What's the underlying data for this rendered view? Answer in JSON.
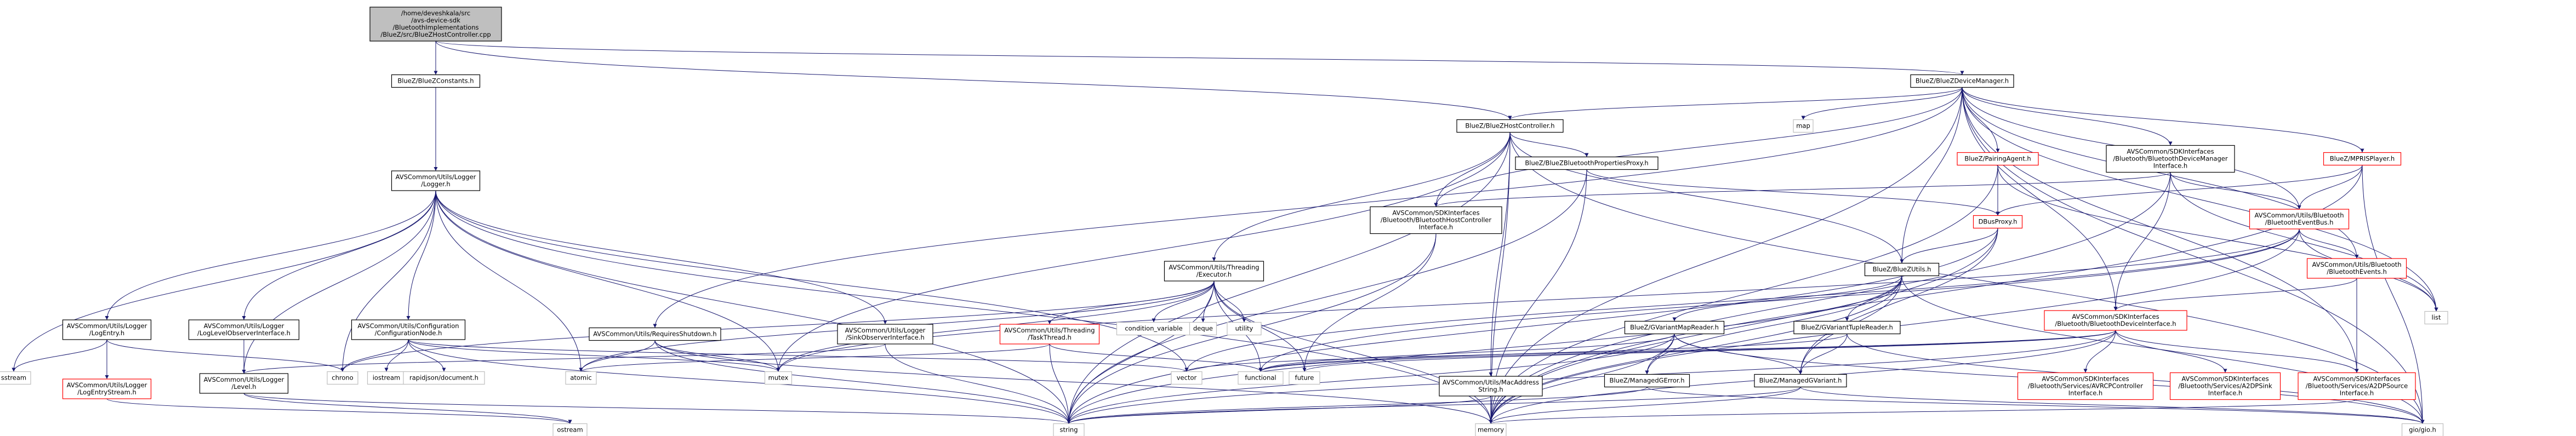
{
  "graph": {
    "colors": {
      "edge": "#191970",
      "root_fill": "#bfbfbf",
      "red_border": "#ff0000",
      "black_border": "#000000",
      "gray_border": "#bfbfbf"
    },
    "nodes": [
      {
        "id": "root",
        "lines": [
          "/home/deveshkala/src",
          "/avs-device-sdk",
          "/BluetoothImplementations",
          "/BlueZ/src/BlueZHostController.cpp"
        ],
        "style": "root"
      },
      {
        "id": "constants",
        "lines": [
          "BlueZ/BlueZConstants.h"
        ],
        "style": "black"
      },
      {
        "id": "devmgr",
        "lines": [
          "BlueZ/BlueZDeviceManager.h"
        ],
        "style": "black"
      },
      {
        "id": "logger",
        "lines": [
          "AVSCommon/Utils/Logger",
          "/Logger.h"
        ],
        "style": "black"
      },
      {
        "id": "hostctrl",
        "lines": [
          "BlueZ/BlueZHostController.h"
        ],
        "style": "black"
      },
      {
        "id": "map",
        "lines": [
          "map"
        ],
        "style": "gray"
      },
      {
        "id": "pairing",
        "lines": [
          "BlueZ/PairingAgent.h"
        ],
        "style": "red"
      },
      {
        "id": "sdkbtdevmgr",
        "lines": [
          "AVSCommon/SDKInterfaces",
          "/Bluetooth/BluetoothDeviceManager",
          "Interface.h"
        ],
        "style": "black"
      },
      {
        "id": "mpris",
        "lines": [
          "BlueZ/MPRISPlayer.h"
        ],
        "style": "red"
      },
      {
        "id": "propproxy",
        "lines": [
          "BlueZ/BlueZBluetoothPropertiesProxy.h"
        ],
        "style": "black"
      },
      {
        "id": "hostctrliface",
        "lines": [
          "AVSCommon/SDKInterfaces",
          "/Bluetooth/BluetoothHostController",
          "Interface.h"
        ],
        "style": "black"
      },
      {
        "id": "dbusproxy",
        "lines": [
          "DBusProxy.h"
        ],
        "style": "red"
      },
      {
        "id": "eventbus",
        "lines": [
          "AVSCommon/Utils/Bluetooth",
          "/BluetoothEventBus.h"
        ],
        "style": "red"
      },
      {
        "id": "btevents",
        "lines": [
          "AVSCommon/Utils/Bluetooth",
          "/BluetoothEvents.h"
        ],
        "style": "red"
      },
      {
        "id": "executor",
        "lines": [
          "AVSCommon/Utils/Threading",
          "/Executor.h"
        ],
        "style": "black"
      },
      {
        "id": "bluezutils",
        "lines": [
          "BlueZ/BlueZUtils.h"
        ],
        "style": "black"
      },
      {
        "id": "btdeviceiface",
        "lines": [
          "AVSCommon/SDKInterfaces",
          "/Bluetooth/BluetoothDeviceInterface.h"
        ],
        "style": "red"
      },
      {
        "id": "list",
        "lines": [
          "list"
        ],
        "style": "gray"
      },
      {
        "id": "logentry",
        "lines": [
          "AVSCommon/Utils/Logger",
          "/LogEntry.h"
        ],
        "style": "black"
      },
      {
        "id": "loglevelobs",
        "lines": [
          "AVSCommon/Utils/Logger",
          "/LogLevelObserverInterface.h"
        ],
        "style": "black"
      },
      {
        "id": "confignode",
        "lines": [
          "AVSCommon/Utils/Configuration",
          "/ConfigurationNode.h"
        ],
        "style": "black"
      },
      {
        "id": "shutdown",
        "lines": [
          "AVSCommon/Utils/RequiresShutdown.h"
        ],
        "style": "black"
      },
      {
        "id": "sinkobs",
        "lines": [
          "AVSCommon/Utils/Logger",
          "/SinkObserverInterface.h"
        ],
        "style": "black"
      },
      {
        "id": "taskthread",
        "lines": [
          "AVSCommon/Utils/Threading",
          "/TaskThread.h"
        ],
        "style": "red"
      },
      {
        "id": "condvar",
        "lines": [
          "condition_variable"
        ],
        "style": "gray"
      },
      {
        "id": "deque",
        "lines": [
          "deque"
        ],
        "style": "gray"
      },
      {
        "id": "utility",
        "lines": [
          "utility"
        ],
        "style": "gray"
      },
      {
        "id": "variantmap",
        "lines": [
          "BlueZ/GVariantMapReader.h"
        ],
        "style": "black"
      },
      {
        "id": "varianttuple",
        "lines": [
          "BlueZ/GVariantTupleReader.h"
        ],
        "style": "black"
      },
      {
        "id": "avrcp",
        "lines": [
          "AVSCommon/SDKInterfaces",
          "/Bluetooth/Services/AVRCPController",
          "Interface.h"
        ],
        "style": "red"
      },
      {
        "id": "a2dpsink",
        "lines": [
          "AVSCommon/SDKInterfaces",
          "/Bluetooth/Services/A2DPSink",
          "Interface.h"
        ],
        "style": "red"
      },
      {
        "id": "a2dpsource",
        "lines": [
          "AVSCommon/SDKInterfaces",
          "/Bluetooth/Services/A2DPSource",
          "Interface.h"
        ],
        "style": "red"
      },
      {
        "id": "sstream",
        "lines": [
          "sstream"
        ],
        "style": "gray"
      },
      {
        "id": "logentrystream",
        "lines": [
          "AVSCommon/Utils/Logger",
          "/LogEntryStream.h"
        ],
        "style": "red"
      },
      {
        "id": "level",
        "lines": [
          "AVSCommon/Utils/Logger",
          "/Level.h"
        ],
        "style": "black"
      },
      {
        "id": "chrono",
        "lines": [
          "chrono"
        ],
        "style": "gray"
      },
      {
        "id": "iostream",
        "lines": [
          "iostream"
        ],
        "style": "gray"
      },
      {
        "id": "rapidjson",
        "lines": [
          "rapidjson/document.h"
        ],
        "style": "gray"
      },
      {
        "id": "atomic",
        "lines": [
          "atomic"
        ],
        "style": "gray"
      },
      {
        "id": "mutex",
        "lines": [
          "mutex"
        ],
        "style": "gray"
      },
      {
        "id": "macaddr",
        "lines": [
          "AVSCommon/Utils/MacAddress",
          "String.h"
        ],
        "style": "black"
      },
      {
        "id": "vector",
        "lines": [
          "vector"
        ],
        "style": "gray"
      },
      {
        "id": "functional",
        "lines": [
          "functional"
        ],
        "style": "gray"
      },
      {
        "id": "future",
        "lines": [
          "future"
        ],
        "style": "gray"
      },
      {
        "id": "managederror",
        "lines": [
          "BlueZ/ManagedGError.h"
        ],
        "style": "black"
      },
      {
        "id": "managedvariant",
        "lines": [
          "BlueZ/ManagedGVariant.h"
        ],
        "style": "black"
      },
      {
        "id": "ostream",
        "lines": [
          "ostream"
        ],
        "style": "gray"
      },
      {
        "id": "string",
        "lines": [
          "string"
        ],
        "style": "gray"
      },
      {
        "id": "memory",
        "lines": [
          "memory"
        ],
        "style": "gray"
      },
      {
        "id": "giogio",
        "lines": [
          "gio/gio.h"
        ],
        "style": "gray"
      }
    ],
    "edges": [
      [
        "root",
        "constants"
      ],
      [
        "root",
        "devmgr"
      ],
      [
        "root",
        "logger"
      ],
      [
        "root",
        "hostctrl"
      ],
      [
        "devmgr",
        "hostctrl"
      ],
      [
        "devmgr",
        "map"
      ],
      [
        "devmgr",
        "pairing"
      ],
      [
        "devmgr",
        "sdkbtdevmgr"
      ],
      [
        "devmgr",
        "mpris"
      ],
      [
        "devmgr",
        "bluezutils"
      ],
      [
        "devmgr",
        "eventbus"
      ],
      [
        "devmgr",
        "btevents"
      ],
      [
        "devmgr",
        "list"
      ],
      [
        "devmgr",
        "memory"
      ],
      [
        "devmgr",
        "giogio"
      ],
      [
        "devmgr",
        "shutdown"
      ],
      [
        "devmgr",
        "hostctrliface"
      ],
      [
        "devmgr",
        "btdeviceiface"
      ],
      [
        "devmgr",
        "a2dpsource"
      ],
      [
        "hostctrl",
        "propproxy"
      ],
      [
        "hostctrl",
        "hostctrliface"
      ],
      [
        "hostctrl",
        "executor"
      ],
      [
        "hostctrl",
        "bluezutils"
      ],
      [
        "hostctrl",
        "macaddr"
      ],
      [
        "hostctrl",
        "mutex"
      ],
      [
        "hostctrl",
        "string"
      ],
      [
        "hostctrl",
        "memory"
      ],
      [
        "hostctrl",
        "giogio"
      ],
      [
        "pairing",
        "dbusproxy"
      ],
      [
        "pairing",
        "memory"
      ],
      [
        "pairing",
        "list"
      ],
      [
        "sdkbtdevmgr",
        "hostctrliface"
      ],
      [
        "sdkbtdevmgr",
        "eventbus"
      ],
      [
        "sdkbtdevmgr",
        "btdeviceiface"
      ],
      [
        "sdkbtdevmgr",
        "list"
      ],
      [
        "sdkbtdevmgr",
        "memory"
      ],
      [
        "mpris",
        "dbusproxy"
      ],
      [
        "mpris",
        "eventbus"
      ],
      [
        "mpris",
        "memory"
      ],
      [
        "mpris",
        "giogio"
      ],
      [
        "propproxy",
        "dbusproxy"
      ],
      [
        "propproxy",
        "string"
      ],
      [
        "propproxy",
        "memory"
      ],
      [
        "hostctrliface",
        "future"
      ],
      [
        "hostctrliface",
        "string"
      ],
      [
        "dbusproxy",
        "bluezutils"
      ],
      [
        "dbusproxy",
        "managedvariant"
      ],
      [
        "dbusproxy",
        "string"
      ],
      [
        "dbusproxy",
        "memory"
      ],
      [
        "eventbus",
        "btevents"
      ],
      [
        "eventbus",
        "list"
      ],
      [
        "eventbus",
        "mutex"
      ],
      [
        "eventbus",
        "vector"
      ],
      [
        "eventbus",
        "memory"
      ],
      [
        "eventbus",
        "functional"
      ],
      [
        "btevents",
        "btdeviceiface"
      ],
      [
        "btevents",
        "a2dpsource"
      ],
      [
        "btdeviceiface",
        "avrcp"
      ],
      [
        "btdeviceiface",
        "a2dpsink"
      ],
      [
        "btdeviceiface",
        "a2dpsource"
      ],
      [
        "btdeviceiface",
        "future"
      ],
      [
        "btdeviceiface",
        "string"
      ],
      [
        "btdeviceiface",
        "memory"
      ],
      [
        "btdeviceiface",
        "vector"
      ],
      [
        "btdeviceiface",
        "functional"
      ],
      [
        "a2dpsource",
        "memory"
      ],
      [
        "bluezutils",
        "variantmap"
      ],
      [
        "bluezutils",
        "varianttuple"
      ],
      [
        "bluezutils",
        "managederror"
      ],
      [
        "bluezutils",
        "managedvariant"
      ],
      [
        "bluezutils",
        "string"
      ],
      [
        "bluezutils",
        "memory"
      ],
      [
        "bluezutils",
        "giogio"
      ],
      [
        "variantmap",
        "managederror"
      ],
      [
        "variantmap",
        "managedvariant"
      ],
      [
        "variantmap",
        "functional"
      ],
      [
        "variantmap",
        "giogio"
      ],
      [
        "variantmap",
        "string"
      ],
      [
        "variantmap",
        "memory"
      ],
      [
        "varianttuple",
        "managedvariant"
      ],
      [
        "varianttuple",
        "giogio"
      ],
      [
        "varianttuple",
        "functional"
      ],
      [
        "managederror",
        "giogio"
      ],
      [
        "managederror",
        "string"
      ],
      [
        "managedvariant",
        "giogio"
      ],
      [
        "managedvariant",
        "memory"
      ],
      [
        "managedvariant",
        "string"
      ],
      [
        "logger",
        "logentry"
      ],
      [
        "logger",
        "loglevelobs"
      ],
      [
        "logger",
        "confignode"
      ],
      [
        "logger",
        "sinkobs"
      ],
      [
        "logger",
        "level"
      ],
      [
        "logger",
        "sstream"
      ],
      [
        "logger",
        "chrono"
      ],
      [
        "logger",
        "atomic"
      ],
      [
        "logger",
        "mutex"
      ],
      [
        "logger",
        "vector"
      ],
      [
        "logger",
        "string"
      ],
      [
        "logger",
        "memory"
      ],
      [
        "logentry",
        "logentrystream"
      ],
      [
        "logentry",
        "sstream"
      ],
      [
        "logentry",
        "chrono"
      ],
      [
        "logentrystream",
        "ostream"
      ],
      [
        "loglevelobs",
        "level"
      ],
      [
        "level",
        "ostream"
      ],
      [
        "level",
        "string"
      ],
      [
        "confignode",
        "chrono"
      ],
      [
        "confignode",
        "iostream"
      ],
      [
        "confignode",
        "rapidjson"
      ],
      [
        "confignode",
        "mutex"
      ],
      [
        "confignode",
        "string"
      ],
      [
        "confignode",
        "vector"
      ],
      [
        "shutdown",
        "atomic"
      ],
      [
        "shutdown",
        "mutex"
      ],
      [
        "shutdown",
        "string"
      ],
      [
        "shutdown",
        "memory"
      ],
      [
        "sinkobs",
        "level"
      ],
      [
        "sinkobs",
        "string"
      ],
      [
        "executor",
        "taskthread"
      ],
      [
        "executor",
        "condvar"
      ],
      [
        "executor",
        "deque"
      ],
      [
        "executor",
        "utility"
      ],
      [
        "executor",
        "atomic"
      ],
      [
        "executor",
        "chrono"
      ],
      [
        "executor",
        "functional"
      ],
      [
        "executor",
        "future"
      ],
      [
        "executor",
        "mutex"
      ],
      [
        "executor",
        "memory"
      ],
      [
        "executor",
        "string"
      ],
      [
        "taskthread",
        "atomic"
      ],
      [
        "taskthread",
        "functional"
      ],
      [
        "taskthread",
        "string"
      ],
      [
        "macaddr",
        "string"
      ],
      [
        "macaddr",
        "memory"
      ]
    ]
  }
}
